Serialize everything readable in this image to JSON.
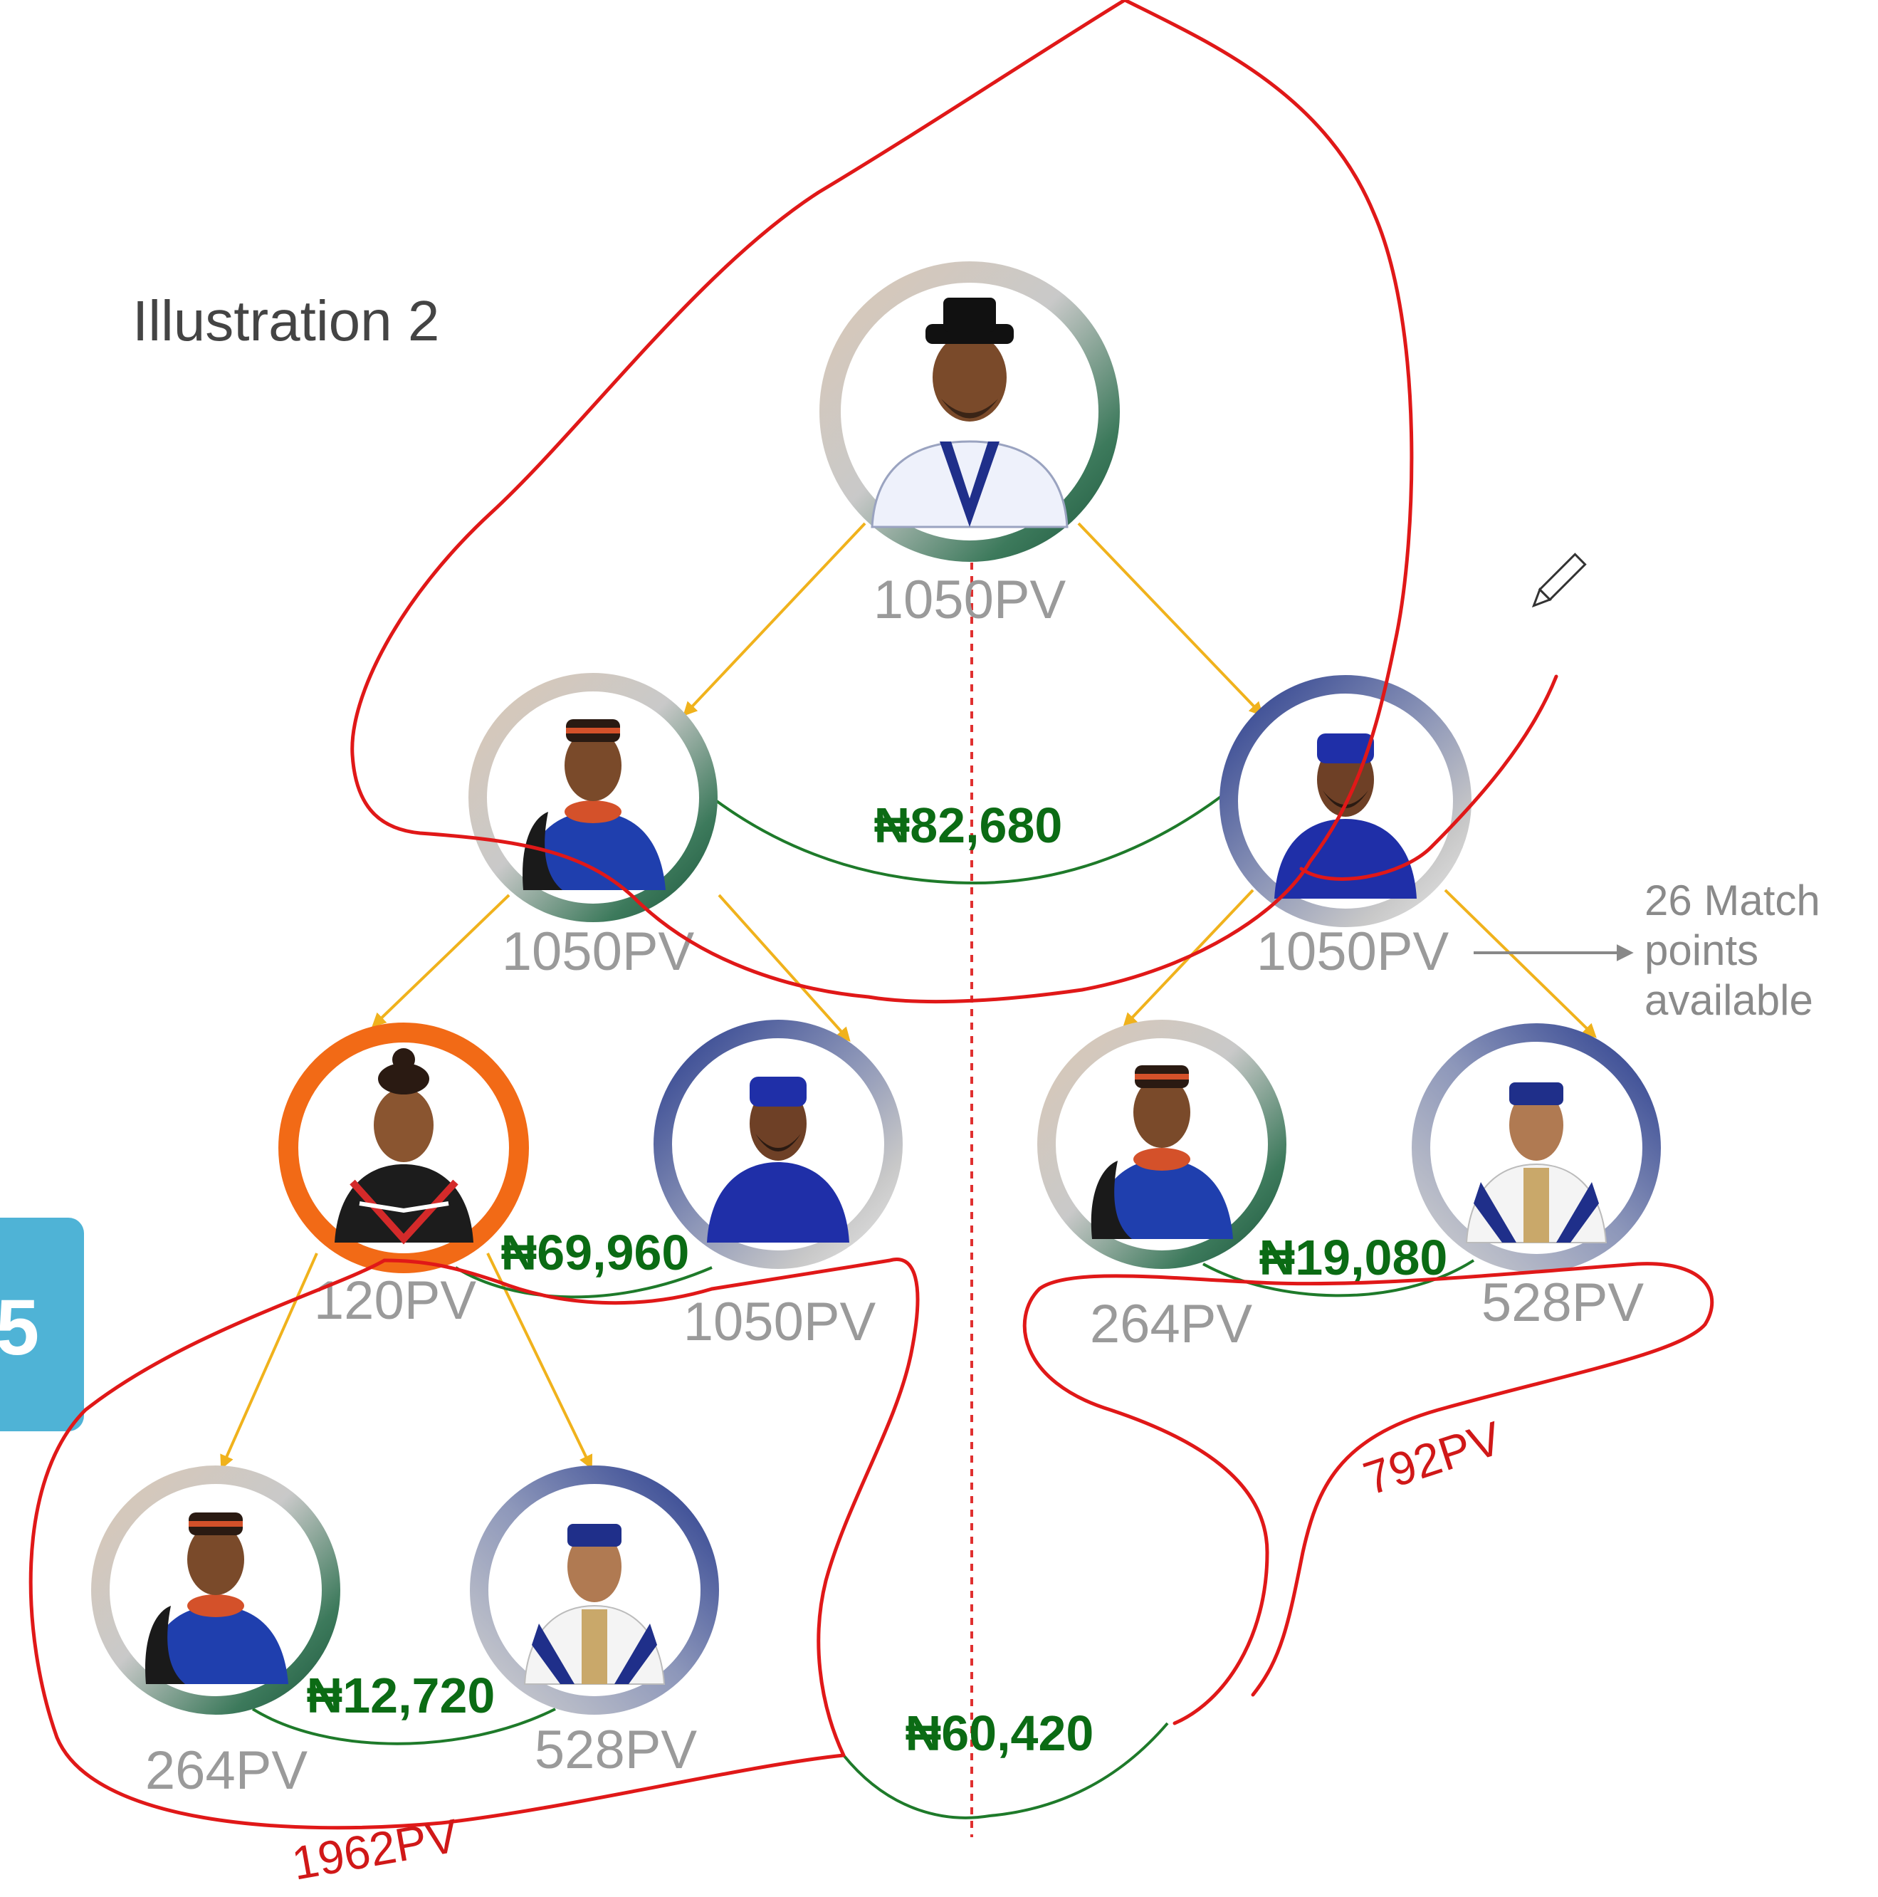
{
  "title": "Illustration 2",
  "side_tab": {
    "label": "5"
  },
  "nodes": [
    {
      "id": "root",
      "pv": "1050PV"
    },
    {
      "id": "l1-left",
      "pv": "1050PV"
    },
    {
      "id": "l1-right",
      "pv": "1050PV"
    },
    {
      "id": "l2-left-a",
      "pv": "120PV"
    },
    {
      "id": "l2-left-b",
      "pv": "1050PV"
    },
    {
      "id": "l2-right-a",
      "pv": "264PV"
    },
    {
      "id": "l2-right-b",
      "pv": "528PV"
    },
    {
      "id": "l3-a",
      "pv": "264PV"
    },
    {
      "id": "l3-b",
      "pv": "528PV"
    }
  ],
  "matches": [
    {
      "id": "match-l1",
      "amount": "₦82,680"
    },
    {
      "id": "match-l2-left",
      "amount": "₦69,960"
    },
    {
      "id": "match-l2-right",
      "amount": "₦19,080"
    },
    {
      "id": "match-l3",
      "amount": "₦12,720"
    },
    {
      "id": "match-legs",
      "amount": "₦60,420"
    }
  ],
  "note": {
    "lines": [
      "26 Match",
      "points",
      "available"
    ]
  },
  "annotations": {
    "left_total": "1962PV",
    "right_total": "792PV"
  },
  "colors": {
    "connector": "#f0b21c",
    "match_curve": "#1e7a2a",
    "annotation": "#e01818",
    "divider": "#e03030",
    "ring_green": "#2f6b4f",
    "ring_blue": "#3f559c",
    "ring_orange": "#f26a16",
    "side_tab": "#4fb3d6"
  }
}
